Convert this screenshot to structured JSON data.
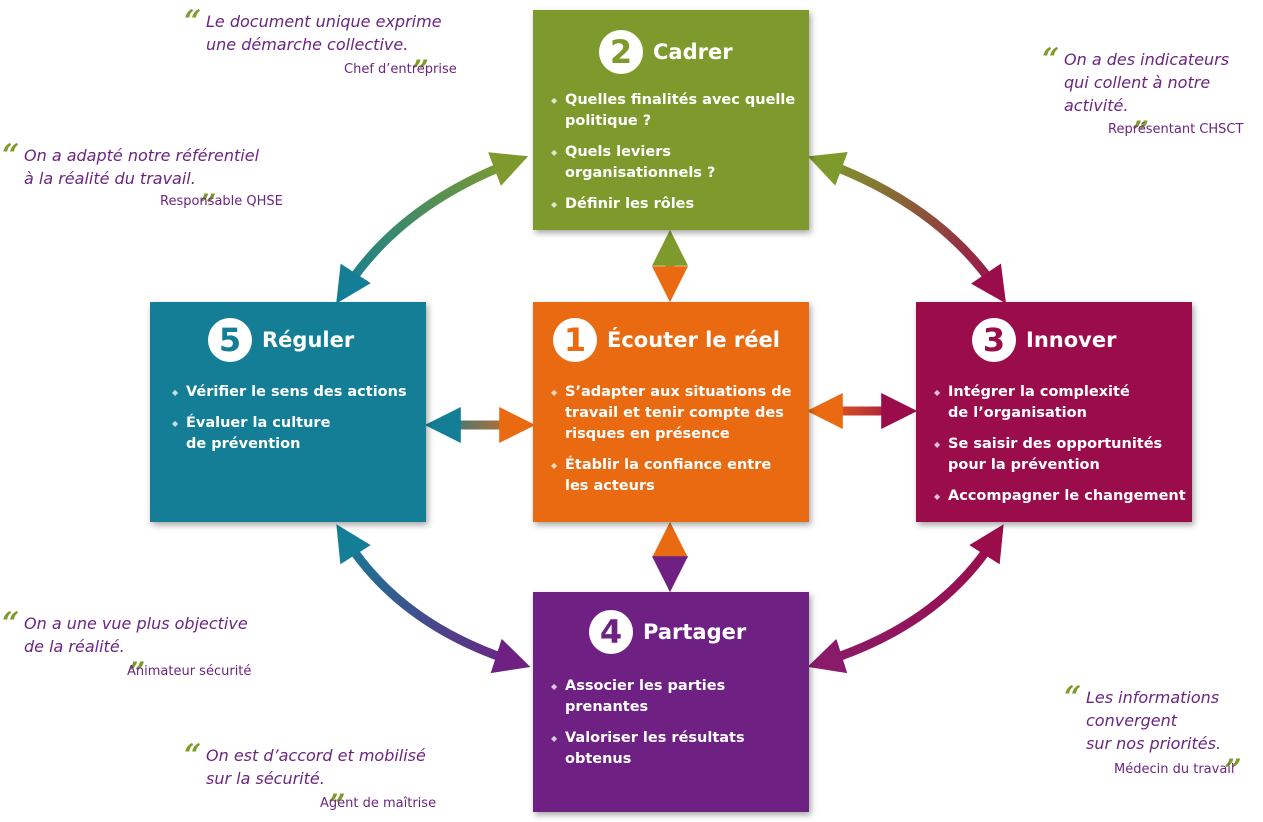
{
  "steps": {
    "cadrer": {
      "number": "2",
      "title": "Cadrer",
      "color": "#7e9a2c",
      "items": [
        "Quelles finalités avec quelle politique ?",
        "Quels leviers organisationnels ?",
        "Définir les rôles"
      ]
    },
    "ecouter": {
      "number": "1",
      "title": "Écouter le réel",
      "color": "#ea6a12",
      "items": [
        "S’adapter aux situations de travail et tenir compte des risques en présence",
        "Établir la confiance entre les acteurs"
      ]
    },
    "innover": {
      "number": "3",
      "title": "Innover",
      "color": "#9a0d4a",
      "items": [
        "Intégrer la complexité de l’organisation",
        "Se saisir des opportunités pour la prévention",
        "Accompagner le changement"
      ]
    },
    "partager": {
      "number": "4",
      "title": "Partager",
      "color": "#6e2183",
      "items": [
        "Associer les parties prenantes",
        "Valoriser les résultats obtenus"
      ]
    },
    "reguler": {
      "number": "5",
      "title": "Réguler",
      "color": "#137e96",
      "items": [
        "Vérifier le sens des actions",
        "Évaluer la culture de prévention"
      ]
    }
  },
  "quotes": [
    {
      "text": "Le document unique exprime\nune démarche collective.",
      "author": "Chef d’entreprise"
    },
    {
      "text": "On a adapté notre référentiel\nà la réalité du travail.",
      "author": "Responsable QHSE"
    },
    {
      "text": "On a des indicateurs\nqui collent à notre\nactivité.",
      "author": "Représentant CHSCT"
    },
    {
      "text": "On a une vue plus objective\nde la réalité.",
      "author": "Animateur sécurité"
    },
    {
      "text": "On est d’accord et mobilisé\nsur la sécurité.",
      "author": "Agent de maîtrise"
    },
    {
      "text": "Les informations\nconvergent\nsur nos priorités.",
      "author": "Médecin du travail"
    }
  ],
  "quote_marks": {
    "open": "“",
    "close": "„"
  },
  "colors": {
    "quote_text": "#6b2581",
    "quote_marks": "#7e9c2a"
  }
}
